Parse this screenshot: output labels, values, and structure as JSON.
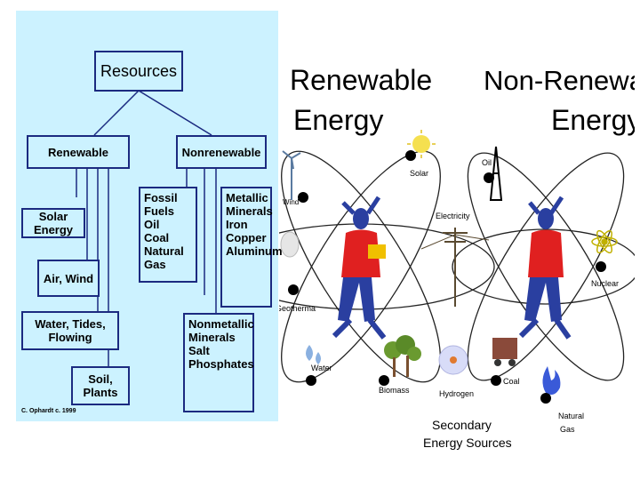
{
  "resources_chart": {
    "root": "Resources",
    "renewable": "Renewable",
    "nonrenewable": "Nonrenewable",
    "solar": "Solar Energy",
    "air_wind": "Air, Wind",
    "water": "Water, Tides, Flowing",
    "soil": "Soil, Plants",
    "fossil": "Fossil Fuels\nOil\nCoal\nNatural Gas",
    "metallic": "Metallic\nMinerals\nIron\nCopper\nAluminum",
    "nonmetallic": "Nonmetallic\nMinerals\nSalt\nPhosphates",
    "credit": "C. Ophardt c. 1999"
  },
  "renewable_diagram": {
    "title_line1": "Renewable",
    "title_line2": "Energy",
    "solar": "Solar",
    "wind": "Wind",
    "geothermal": "Geotherma",
    "water": "Water",
    "biomass": "Biomass",
    "electricity": "Electricity",
    "hydrogen": "Hydrogen",
    "secondary_line1": "Secondary",
    "secondary_line2": "Energy Sources"
  },
  "nonrenewable_diagram": {
    "title_line1": "Non-Renewable",
    "title_line2": "Energy",
    "oil": "Oil",
    "nuclear": "Nuclear",
    "coal": "Coal",
    "natural_gas_line1": "Natural",
    "natural_gas_line2": "Gas"
  },
  "colors": {
    "panel_bg": "#ccf2ff",
    "box_border": "#1b2a80",
    "figure_red": "#e02020",
    "figure_blue": "#2a3fa0"
  },
  "icons": [
    "wind-turbine-icon",
    "sun-icon",
    "geothermal-icon",
    "water-icon",
    "tree-icon",
    "power-pole-icon",
    "hydrogen-atom-icon",
    "oil-derrick-icon",
    "atom-icon",
    "coal-cart-icon",
    "flame-icon"
  ]
}
